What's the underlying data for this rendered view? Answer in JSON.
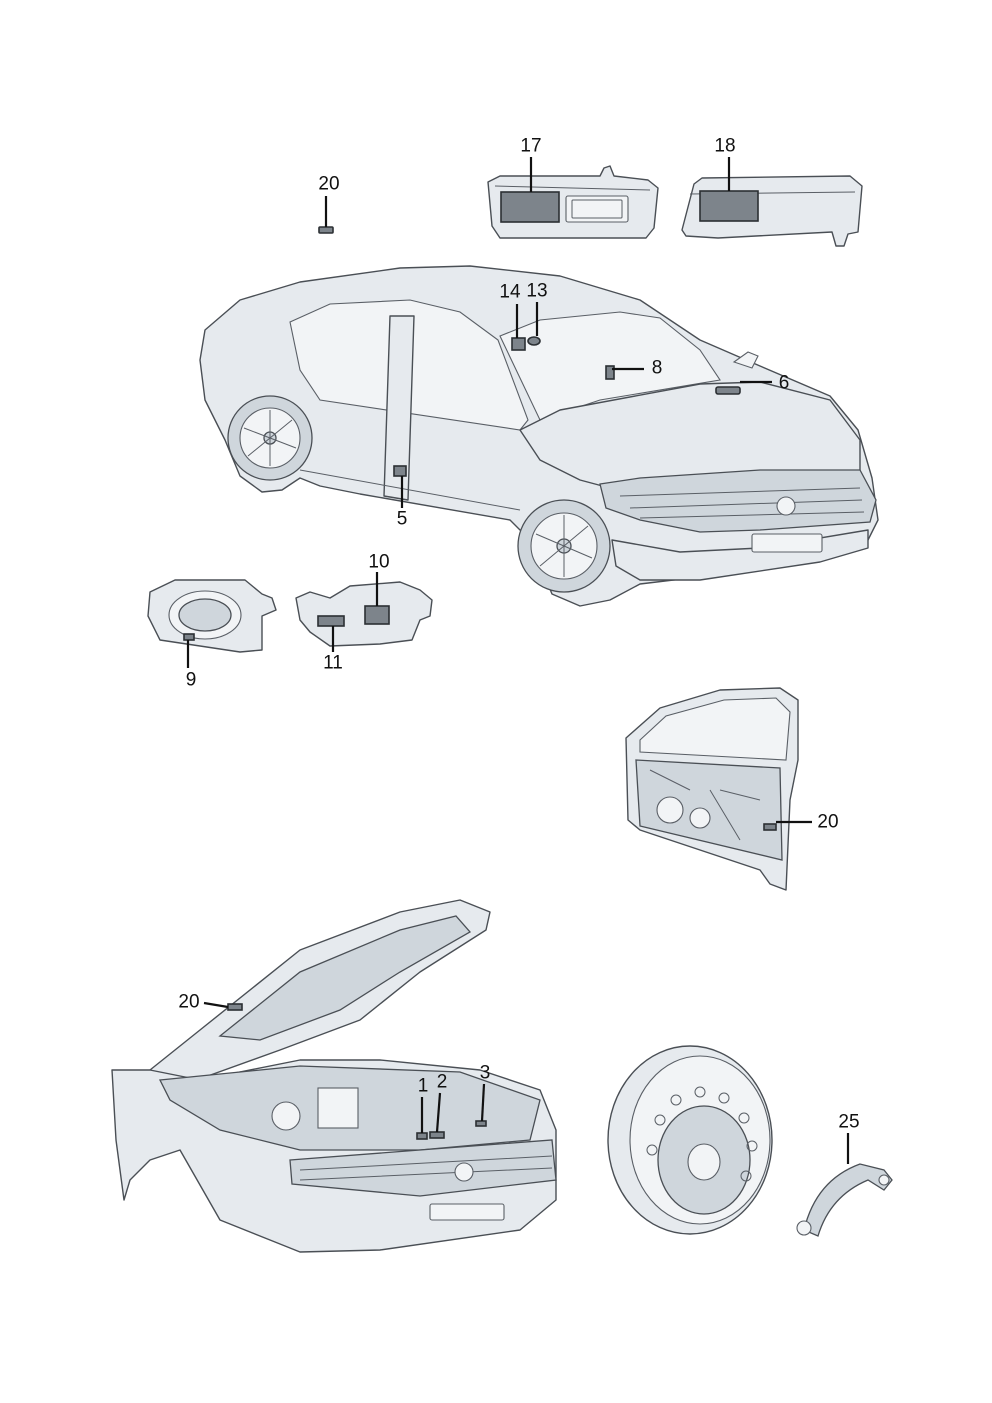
{
  "callouts": {
    "c1": "1",
    "c2": "2",
    "c3": "3",
    "c5": "5",
    "c6": "6",
    "c8": "8",
    "c9": "9",
    "c10": "10",
    "c11": "11",
    "c13": "13",
    "c14": "14",
    "c17": "17",
    "c18": "18",
    "c20_top": "20",
    "c20_door": "20",
    "c20_hood": "20",
    "c25": "25"
  }
}
